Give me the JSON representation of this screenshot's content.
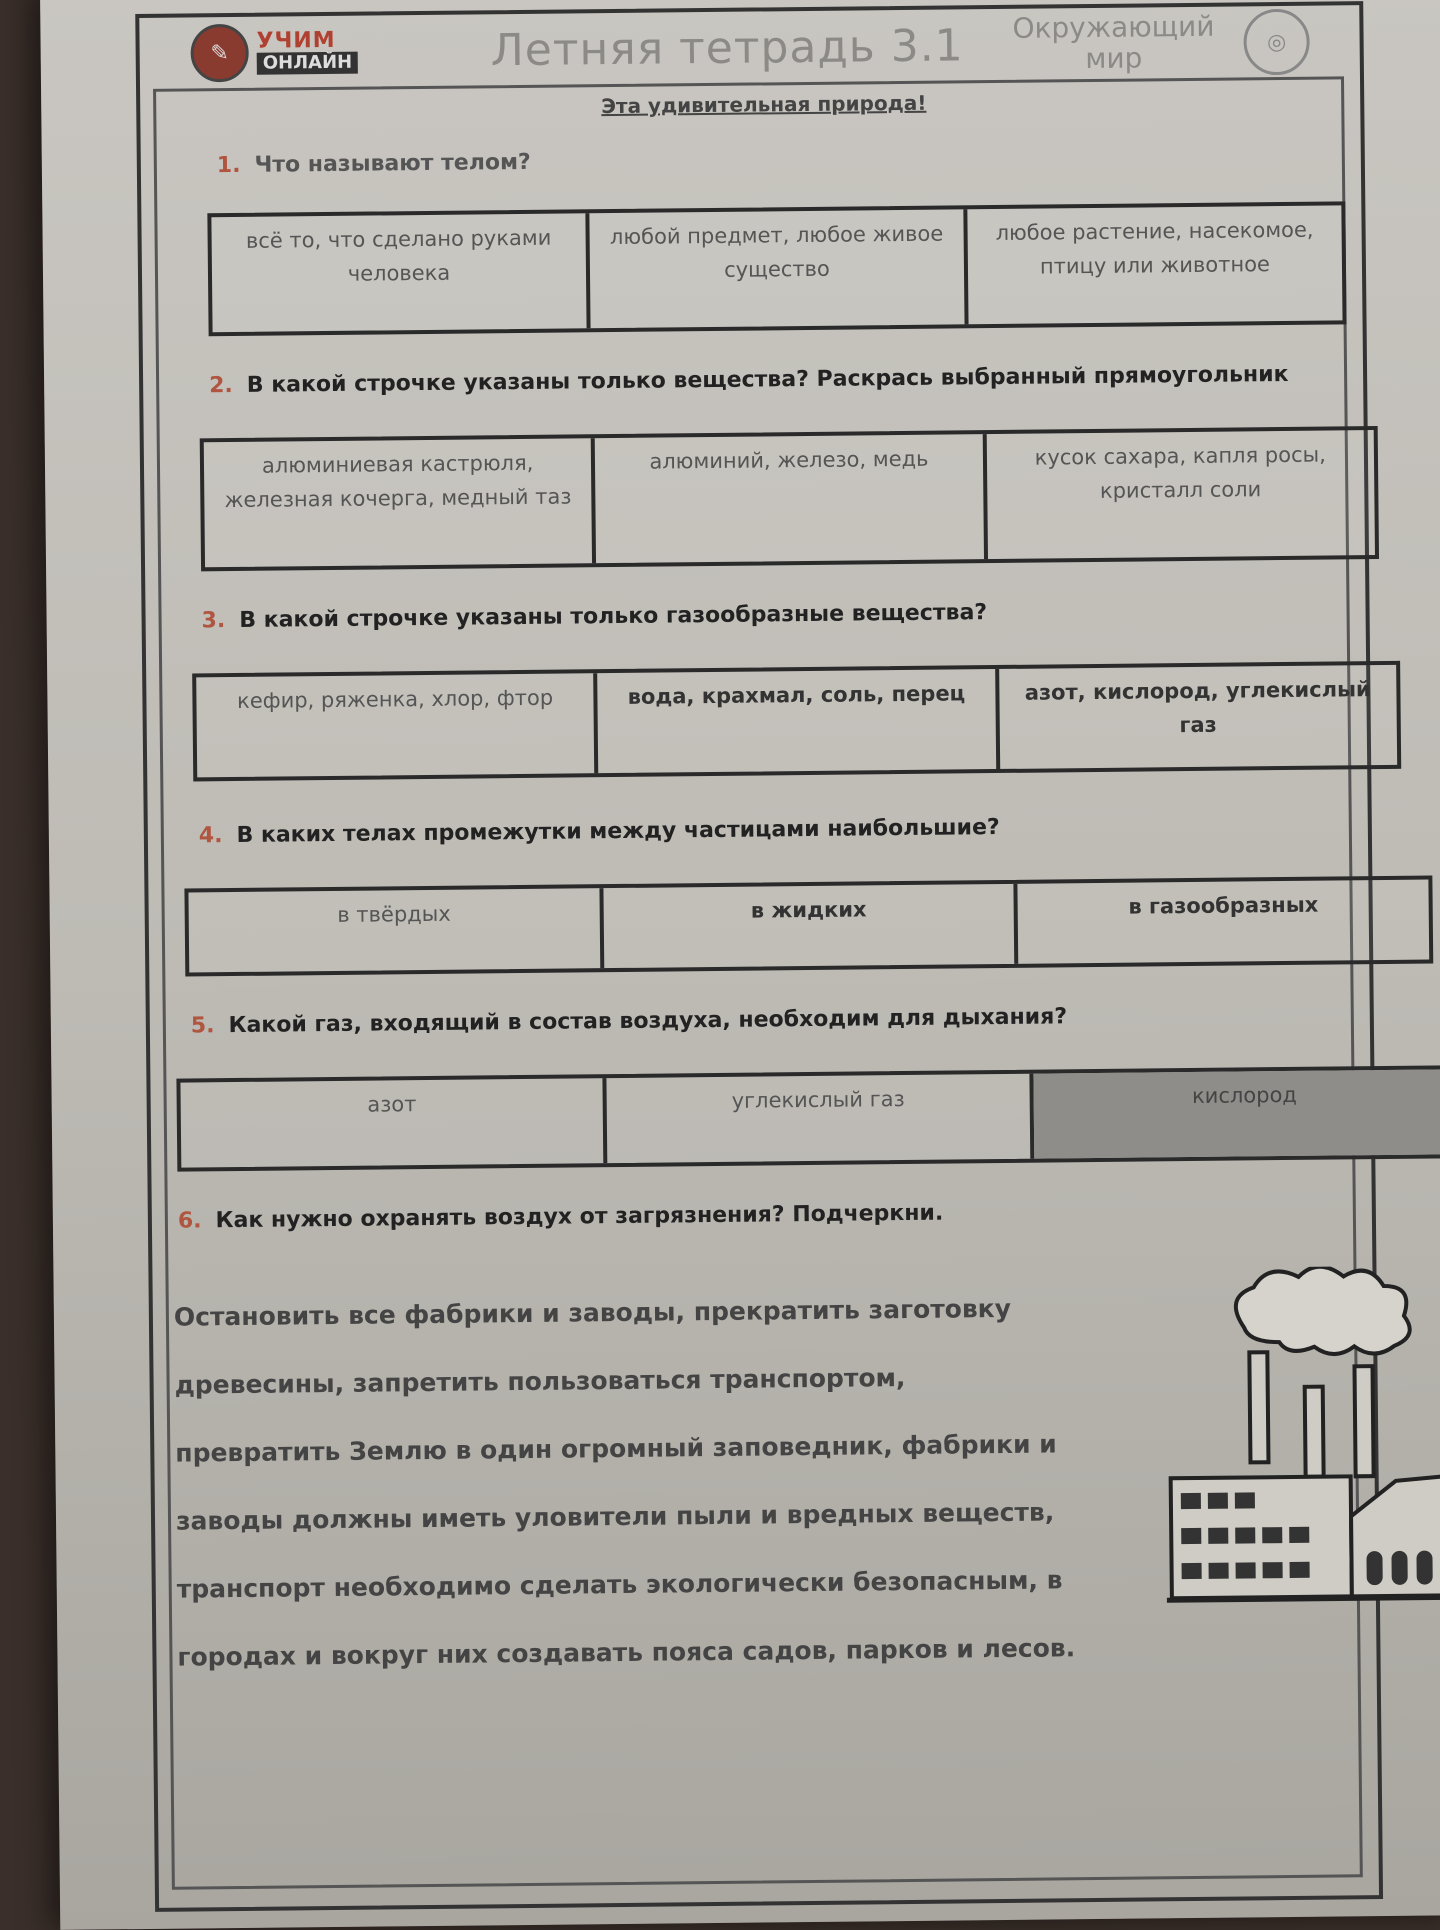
{
  "header": {
    "logo_top": "УЧИМ",
    "logo_bottom": "ОНЛАЙН",
    "title": "Летняя тетрадь 3.1",
    "subject": "Окружающий мир"
  },
  "section_title": "Эта удивительная природа!",
  "questions": [
    {
      "num": "1.",
      "text": "Что называют телом?",
      "options": [
        "всё то, что сделано руками человека",
        "любой предмет, любое живое существо",
        "любое растение, насекомое, птицу или животное"
      ]
    },
    {
      "num": "2.",
      "text": "В какой строчке указаны только вещества? Раскрась выбранный прямоугольник",
      "options": [
        "алюминиевая кастрюля, железная кочерга, медный таз",
        "алюминий, железо, медь",
        "кусок сахара, капля росы, кристалл соли"
      ]
    },
    {
      "num": "3.",
      "text": "В какой строчке указаны только газообразные вещества?",
      "options": [
        "кефир, ряженка, хлор, фтор",
        "вода, крахмал, соль, перец",
        "азот, кислород, углекислый газ"
      ]
    },
    {
      "num": "4.",
      "text": "В каких телах промежутки между частицами наибольшие?",
      "options": [
        "в твёрдых",
        "в жидких",
        "в газообразных"
      ]
    },
    {
      "num": "5.",
      "text": "Какой газ, входящий в состав воздуха, необходим для дыхания?",
      "options": [
        "азот",
        "углекислый газ",
        "кислород"
      ]
    },
    {
      "num": "6.",
      "text": "Как нужно охранять воздух от загрязнения? Подчеркни."
    }
  ],
  "paragraph_lines": [
    "Остановить все фабрики и заводы, прекратить заготовку",
    "древесины, запретить пользоваться транспортом,",
    "превратить Землю в один огромный заповедник, фабрики и",
    "заводы должны иметь уловители пыли и вредных веществ,",
    "транспорт необходимо сделать экологически безопасным, в",
    "городах и вокруг них создавать пояса садов, парков и лесов."
  ]
}
